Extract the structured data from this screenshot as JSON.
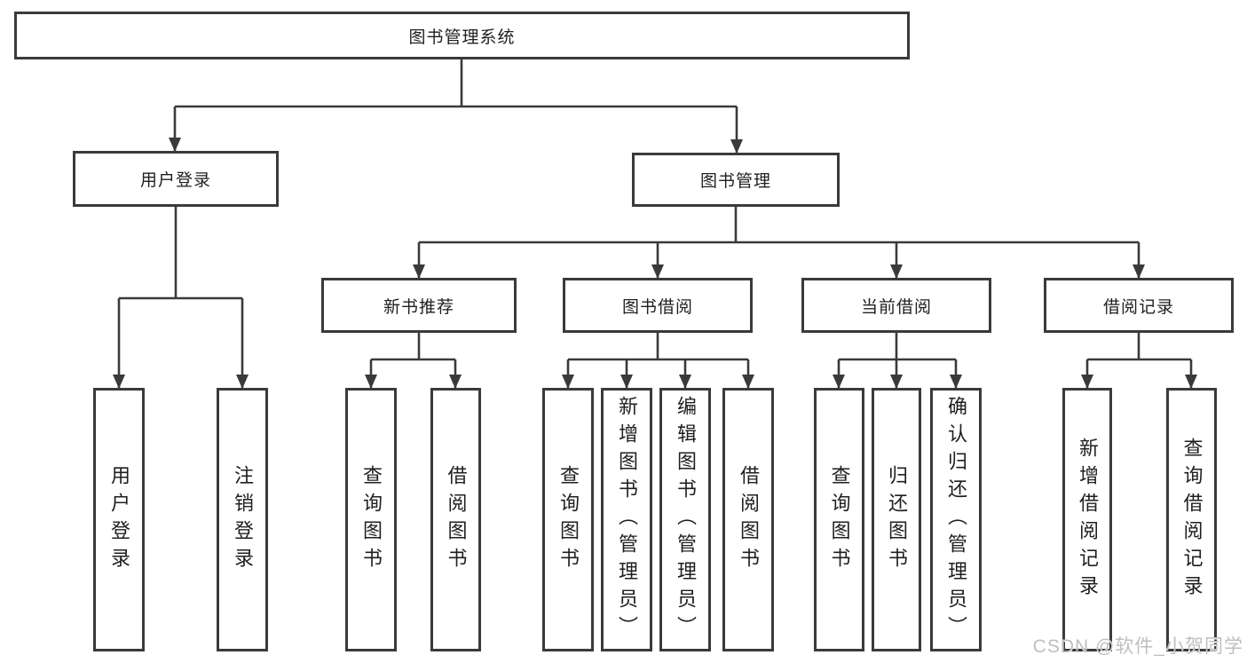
{
  "tree": {
    "root": {
      "label": "图书管理系统"
    },
    "branches": [
      {
        "label": "用户登录",
        "children": [
          {
            "label": "用户登录"
          },
          {
            "label": "注销登录"
          }
        ]
      },
      {
        "label": "图书管理",
        "sections": [
          {
            "label": "新书推荐",
            "children": [
              {
                "label": "查询图书"
              },
              {
                "label": "借阅图书"
              }
            ]
          },
          {
            "label": "图书借阅",
            "children": [
              {
                "label": "查询图书"
              },
              {
                "label": "新增图书（管理员）"
              },
              {
                "label": "编辑图书（管理员）"
              },
              {
                "label": "借阅图书"
              }
            ]
          },
          {
            "label": "当前借阅",
            "children": [
              {
                "label": "查询图书"
              },
              {
                "label": "归还图书"
              },
              {
                "label": "确认归还（管理员）"
              }
            ]
          },
          {
            "label": "借阅记录",
            "children": [
              {
                "label": "新增借阅记录"
              },
              {
                "label": "查询借阅记录"
              }
            ]
          }
        ]
      }
    ]
  },
  "watermark": {
    "text": "CSDN @软件_小贺同学"
  },
  "colors": {
    "line": "#3a3a3a",
    "box_border": "#3a3a3a",
    "text": "#1f1f1f",
    "watermark": "#bfbfbf",
    "background": "#ffffff"
  }
}
